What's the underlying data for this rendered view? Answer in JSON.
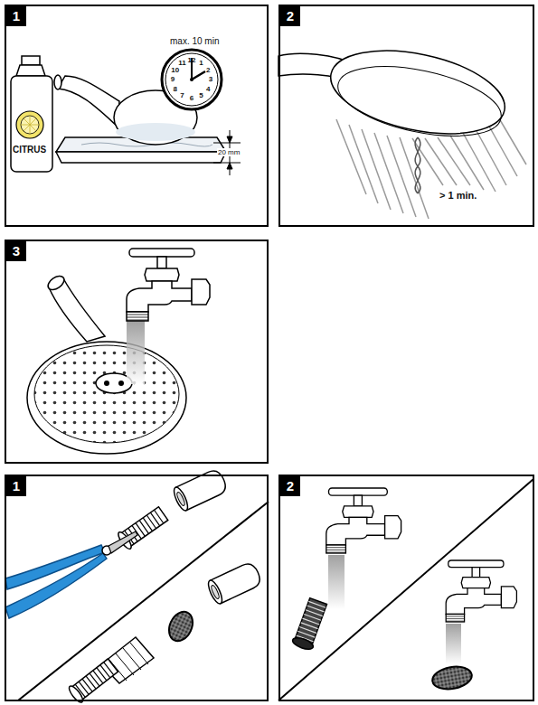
{
  "diagram": {
    "nodes": [
      {
        "text": [
          "1"
        ]
      },
      {
        "text": [
          "2"
        ]
      },
      {
        "text": [
          "3"
        ]
      },
      {
        "text": [
          "1"
        ]
      },
      {
        "text": [
          "2"
        ]
      }
    ],
    "labels": [
      "max. 10 min",
      "12",
      "1",
      "2",
      "3",
      "4",
      "5",
      "6",
      "7",
      "8",
      "9",
      "10",
      "11",
      "CITRUS",
      "20 mm",
      "> 1 min."
    ]
  }
}
